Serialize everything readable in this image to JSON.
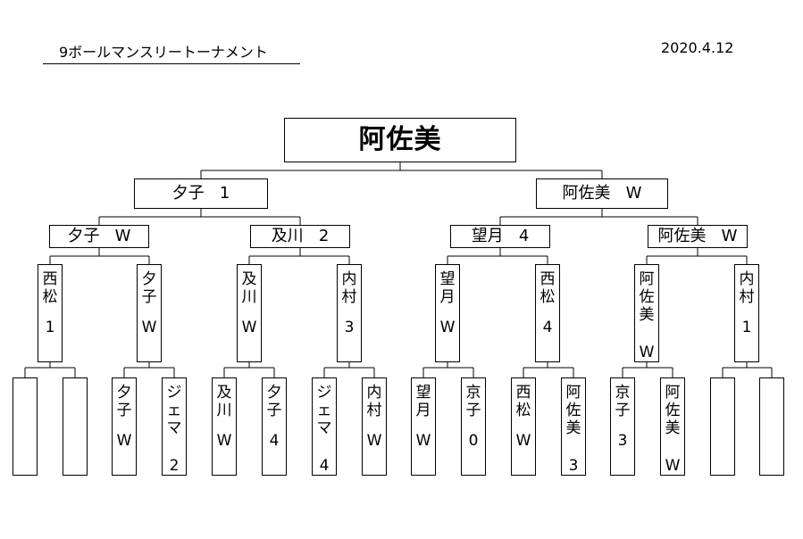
{
  "header": {
    "title": "9ボールマンスリートーナメント",
    "date": "2020.4.12"
  },
  "champion": "阿佐美",
  "semifinal": [
    {
      "name": "夕子",
      "score": "1"
    },
    {
      "name": "阿佐美",
      "score": "W"
    }
  ],
  "quarterfinal": [
    {
      "name": "夕子",
      "score": "W"
    },
    {
      "name": "及川",
      "score": "2"
    },
    {
      "name": "望月",
      "score": "4"
    },
    {
      "name": "阿佐美",
      "score": "W"
    }
  ],
  "round2": [
    {
      "name": "西松",
      "score": "1"
    },
    {
      "name": "夕子",
      "score": "W"
    },
    {
      "name": "及川",
      "score": "W"
    },
    {
      "name": "内村",
      "score": "3"
    },
    {
      "name": "望月",
      "score": "W"
    },
    {
      "name": "西松",
      "score": "4"
    },
    {
      "name": "阿佐美",
      "score": "W"
    },
    {
      "name": "内村",
      "score": "1"
    }
  ],
  "round1": [
    {
      "name": "",
      "score": ""
    },
    {
      "name": "",
      "score": ""
    },
    {
      "name": "夕子",
      "score": "W"
    },
    {
      "name": "ジェマ",
      "score": "2"
    },
    {
      "name": "及川",
      "score": "W"
    },
    {
      "name": "夕子",
      "score": "4"
    },
    {
      "name": "ジェマ",
      "score": "4"
    },
    {
      "name": "内村",
      "score": "W"
    },
    {
      "name": "望月",
      "score": "W"
    },
    {
      "name": "京子",
      "score": "0"
    },
    {
      "name": "西松",
      "score": "W"
    },
    {
      "name": "阿佐美",
      "score": "3"
    },
    {
      "name": "京子",
      "score": "3"
    },
    {
      "name": "阿佐美",
      "score": "W"
    },
    {
      "name": "",
      "score": ""
    },
    {
      "name": "",
      "score": ""
    }
  ]
}
